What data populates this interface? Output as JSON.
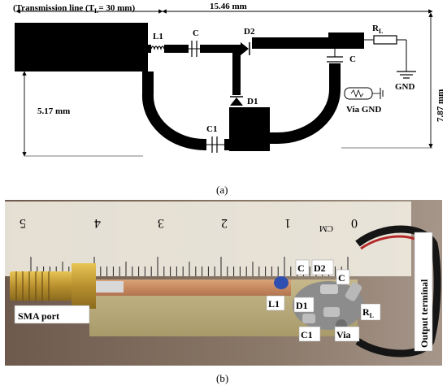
{
  "schematic": {
    "dimension_labels": {
      "transmission_line": "(Transmission line (T",
      "transmission_sub": "L",
      "transmission_tail": "= 30 mm)",
      "width_total": "15.46 mm",
      "height_left": "5.17 mm",
      "height_right": "7.87 mm"
    },
    "component_labels": {
      "l1": "L1",
      "c_top": "C",
      "d2": "D2",
      "rl": "R",
      "rl_sub": "L",
      "c_right": "C",
      "gnd": "GND",
      "d1": "D1",
      "via_gnd": "Via GND",
      "c1": "C1"
    },
    "caption": "(a)"
  },
  "photo": {
    "ruler_numbers": [
      "5",
      "4",
      "3",
      "2",
      "1",
      "0"
    ],
    "ruler_unit": "CM",
    "labels": {
      "sma_port": "SMA port",
      "output_terminal": "Output terminal",
      "c_left": "C",
      "d2": "D2",
      "c_right": "C",
      "l1": "L1",
      "d1": "D1",
      "rl": "R",
      "rl_sub": "L",
      "c1": "C1",
      "via": "Via"
    },
    "caption": "(b)"
  }
}
